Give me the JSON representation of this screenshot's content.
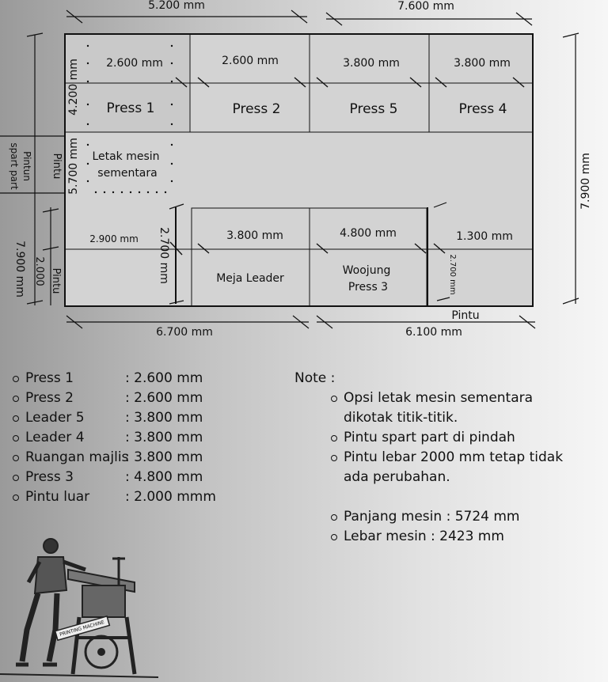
{
  "dims": {
    "top_left": "5.200 mm",
    "top_right": "7.600 mm",
    "right_total": "7.900 mm",
    "bottom_left": "6.700 mm",
    "bottom_right": "6.100 mm",
    "left_row1": "4.200 mm",
    "left_row2": "5.700 mm",
    "left_bottom": "7.900 mm",
    "left_door": "2.000",
    "mid_vertical": "2.700 mm",
    "right_small_vertical": "2.700 mm"
  },
  "cells": {
    "press1_width": "2.600 mm",
    "press2_width": "2.600 mm",
    "press5_width": "3.800 mm",
    "press4_width": "3.800 mm",
    "press1": "Press 1",
    "press2": "Press 2",
    "press5": "Press 5",
    "press4": "Press 4",
    "temp_line1": "Letak mesin",
    "temp_line2": "sementara",
    "lower_left_width": "2.900 mm",
    "meja_width": "3.800 mm",
    "woojung_width": "4.800 mm",
    "right_small_width": "1.300 mm",
    "meja": "Meja Leader",
    "woojung_line1": "Woojung",
    "woojung_line2": "Press 3"
  },
  "doors": {
    "left_upper": "Pintu",
    "spare_line1": "Pintun",
    "spare_line2": "spart part",
    "left_lower": "Pintu",
    "bottom": "Pintu"
  },
  "legend": [
    {
      "name": "Press 1",
      "value": ":  2.600 mm"
    },
    {
      "name": "Press 2",
      "value": ":  2.600 mm"
    },
    {
      "name": "Leader 5",
      "value": ": 3.800 mm"
    },
    {
      "name": "Leader 4",
      "value": ": 3.800 mm"
    },
    {
      "name": "Ruangan majlis",
      "value": ": 3.800 mm"
    },
    {
      "name": "Press 3",
      "value": ": 4.800 mm"
    },
    {
      "name": "Pintu luar",
      "value": ": 2.000 mmm"
    }
  ],
  "notes": {
    "title": "Note :",
    "items": [
      "Opsi letak mesin sementara dikotak titik-titik.",
      "Pintu spart part di pindah",
      "Pintu lebar 2000 mm tetap tidak ada perubahan."
    ],
    "specs": [
      "Panjang mesin : 5724 mm",
      "Lebar mesin     : 2423 mm"
    ]
  },
  "image_label": "PRINTING MACHINE"
}
